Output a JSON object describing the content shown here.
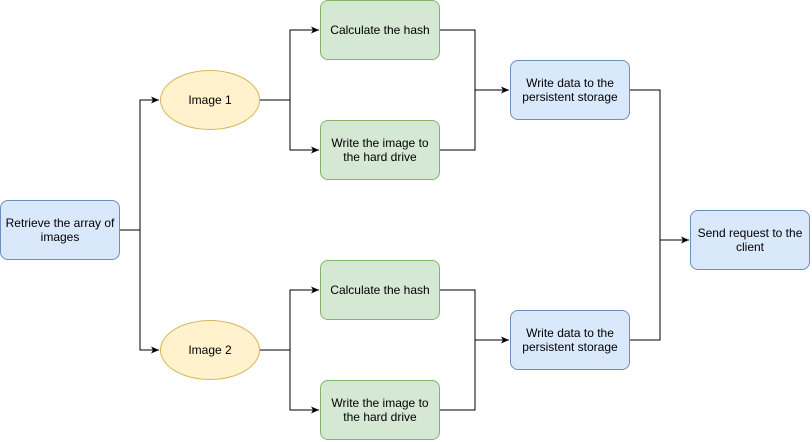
{
  "nodes": {
    "retrieve": "Retrieve the array of images",
    "image1": "Image 1",
    "image2": "Image 2",
    "hash1": "Calculate the hash",
    "write_image1": "Write the image to the hard drive",
    "hash2": "Calculate the hash",
    "write_image2": "Write the image to the hard drive",
    "persist1": "Write data to the persistent storage",
    "persist2": "Write data to the persistent storage",
    "send": "Send request to the client"
  },
  "colors": {
    "process_fill": "#dae8fc",
    "process_stroke": "#6c8ebf",
    "task_fill": "#d5e8d4",
    "task_stroke": "#82b366",
    "item_fill": "#fff2cc",
    "item_stroke": "#d6b656",
    "connector": "#000000"
  }
}
